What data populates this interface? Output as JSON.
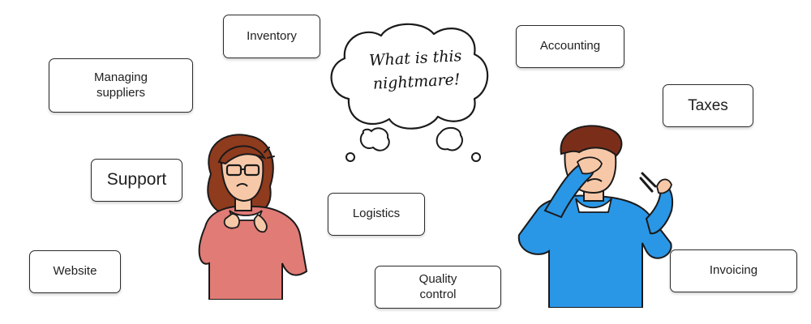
{
  "labels": {
    "inventory": "Inventory",
    "managing_suppliers": [
      "Managing",
      "suppliers"
    ],
    "support": "Support",
    "website": "Website",
    "logistics": "Logistics",
    "quality_control": [
      "Quality",
      "control"
    ],
    "accounting": "Accounting",
    "taxes": "Taxes",
    "invoicing": "Invoicing"
  },
  "thought": [
    "What is this",
    "nightmare!"
  ],
  "colors": {
    "woman_shirt": "#e17b76",
    "woman_hair": "#8f3b1e",
    "man_sweater": "#2a96e6",
    "man_hair": "#7a2e1a",
    "skin": "#f7c8a8"
  }
}
